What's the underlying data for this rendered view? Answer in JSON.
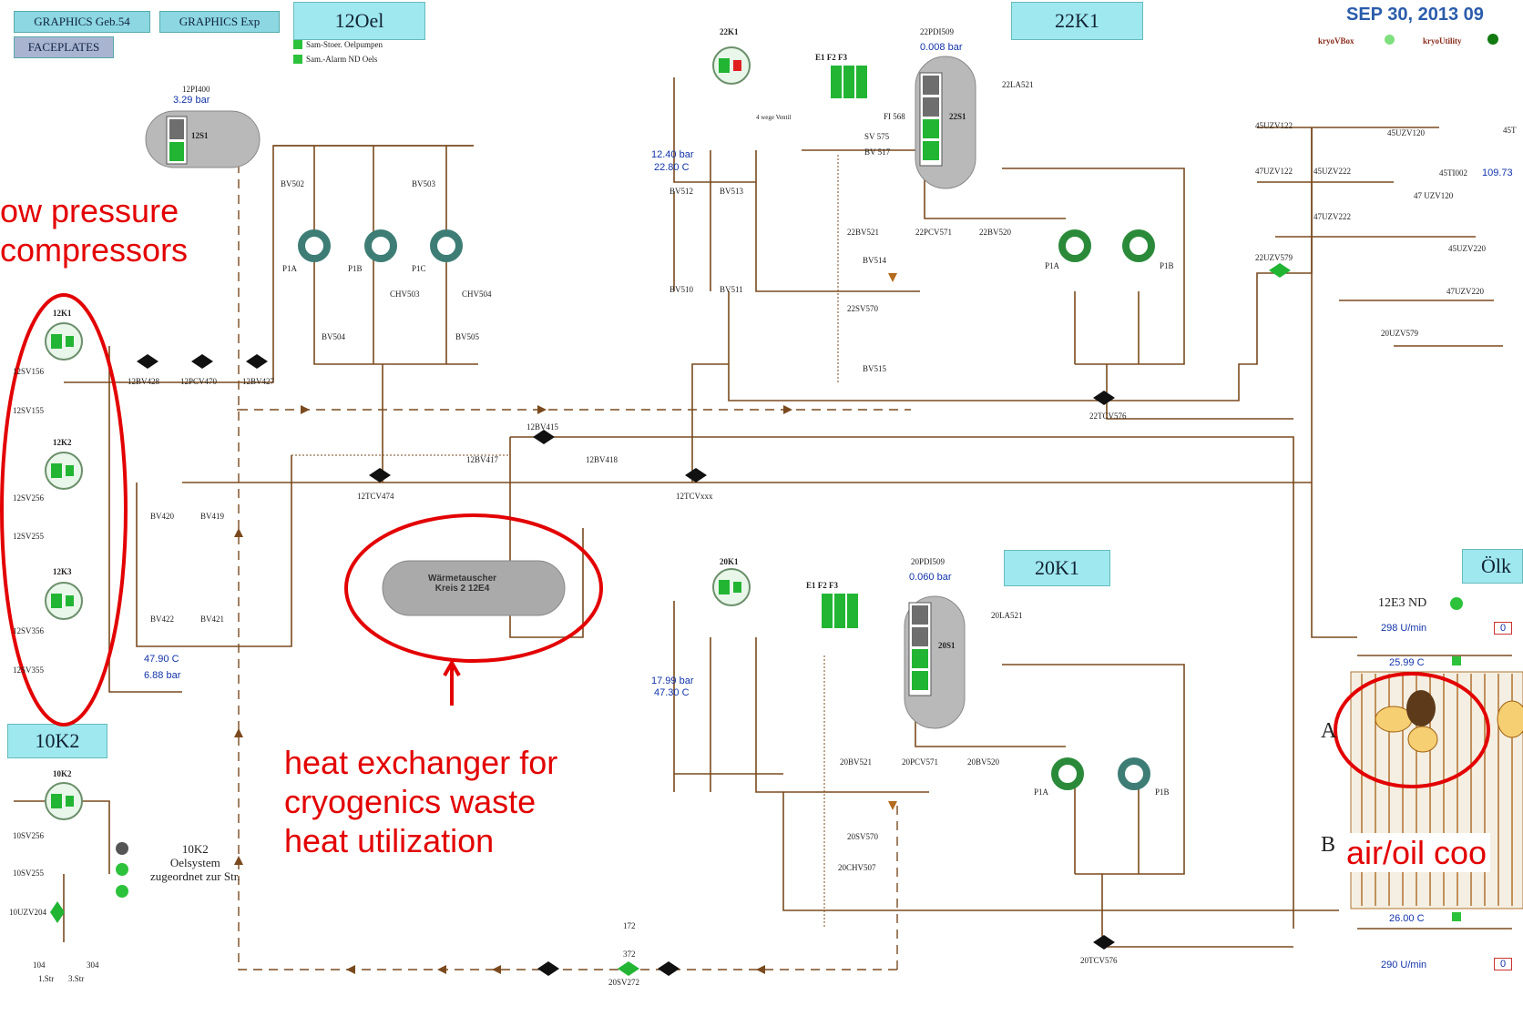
{
  "header": {
    "nav_buttons": [
      "GRAPHICS Geb.54",
      "GRAPHICS Exp",
      "FACEPLATES"
    ],
    "date": "SEP 30, 2013 09",
    "status": [
      "kryoVBox",
      "kryoUtility"
    ]
  },
  "section_titles": [
    "12Oel",
    "22K1",
    "20K1",
    "10K2",
    "Ölk"
  ],
  "alarms": [
    "Sam-Stoer. Oelpumpen",
    "Sam.-Alarm ND Oels"
  ],
  "annotations": {
    "low_pressure": [
      "ow pressure",
      "compressors"
    ],
    "heat_exchanger": [
      "heat exchanger for",
      "cryogenics waste",
      "heat utilization"
    ],
    "air_oil": "air/oil coo"
  },
  "heat_exchanger_label": [
    "Wärmetauscher",
    "Kreis 2    12E4"
  ],
  "values": {
    "pi400_tag": "12PI400",
    "pi400": "3.29 bar",
    "pdi509_22_tag": "22PDI509",
    "pdi509_22": "0.008 bar",
    "pdi509_20_tag": "20PDI509",
    "pdi509_20": "0.060 bar",
    "k22_pressure": "12.40 bar",
    "k22_temp": "22.80 C",
    "k20_pressure": "17.99 bar",
    "k20_temp": "47.30 C",
    "oil_temp": "47.90 C",
    "oil_pressure": "6.88 bar",
    "e3_label": "12E3 ND",
    "speed1": "298 U/min",
    "speed1_box": "0",
    "temp_a": "25.99 C",
    "temp_b": "26.00 C",
    "speed2": "290 U/min",
    "speed2_box": "0",
    "ti002": "45TI002",
    "ti002_val": "109.73"
  },
  "k10k2_info": [
    "10K2",
    "Oelsystem",
    "zugeordnet zur Str."
  ],
  "cooler_rows": [
    "A",
    "B"
  ],
  "component_labels": {
    "k12": [
      "12K1",
      "12K2",
      "12K3"
    ],
    "k10": "10K2",
    "k22": "22K1",
    "k20": "20K1",
    "tank12": "12S1",
    "tank22": "22S1",
    "tank20": "20S1",
    "filters": "E1 F2 F3",
    "pumps12": [
      "P1A",
      "P1B",
      "P1C"
    ],
    "pumps22": [
      "P1A",
      "P1B"
    ],
    "pumps20": [
      "P1A",
      "P1B"
    ],
    "valves_12": [
      "12SV156",
      "12SV155",
      "12SV256",
      "12SV255",
      "12SV356",
      "12SV355",
      "12BV428",
      "12PCV470",
      "12BV427",
      "12BV415",
      "12BV417",
      "12BV418",
      "12TCV474",
      "12TCVxxx",
      "BV420",
      "BV419",
      "BV422",
      "BV421",
      "BV502",
      "BV503",
      "BV504",
      "BV505",
      "CHV503",
      "CHV504"
    ],
    "valves_22": [
      "BV512",
      "BV513",
      "BV510",
      "BV511",
      "22BV521",
      "22PCV571",
      "22BV520",
      "BV514",
      "22SV570",
      "BV515",
      "22TCV576",
      "22LA521",
      "FI 568",
      "SV 575",
      "BV 517",
      "4 wege Ventil"
    ],
    "valves_20": [
      "20BV521",
      "20PCV571",
      "20BV520",
      "20SV570",
      "20CHV507",
      "20TCV576",
      "20LA521",
      "20SV272"
    ],
    "valves_10": [
      "10SV256",
      "10SV255",
      "10UZV204",
      "104",
      "304",
      "1.Str",
      "3.Str",
      "172",
      "372"
    ],
    "valves_r": [
      "45UZV122",
      "45UZV120",
      "47UZV122",
      "45UZV222",
      "47UZV222",
      "47 UZV120",
      "22UZV579",
      "45UZV220",
      "47UZV220",
      "20UZV579",
      "45T"
    ]
  }
}
